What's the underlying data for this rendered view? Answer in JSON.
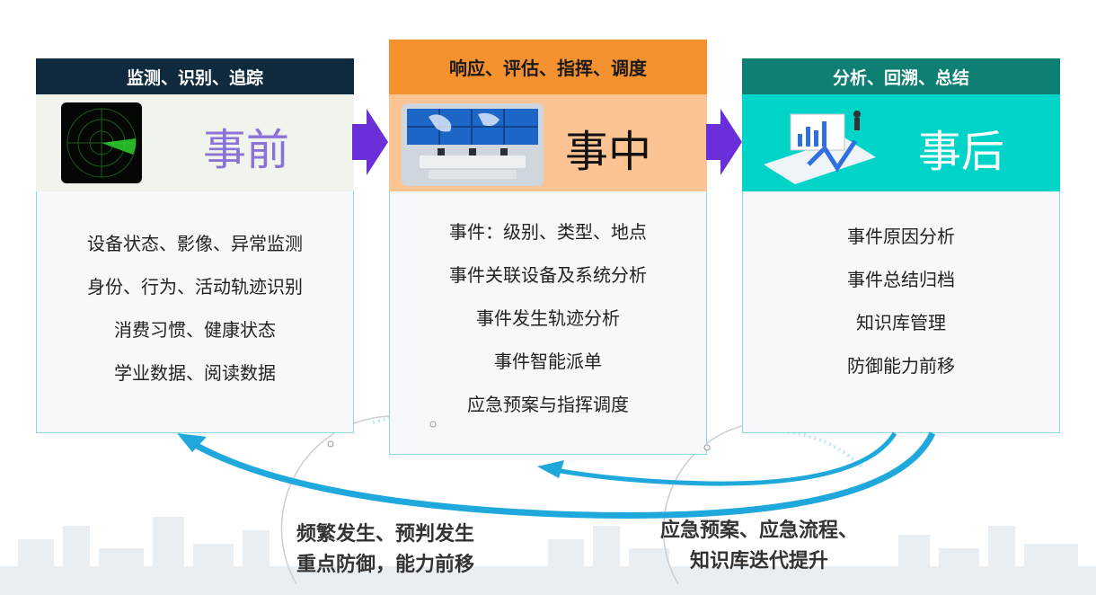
{
  "phases": [
    {
      "header": "监测、识别、追踪",
      "title": "事前",
      "items": [
        "设备状态、影像、异常监测",
        "身份、行为、活动轨迹识别",
        "消费习惯、健康状态",
        "学业数据、阅读数据"
      ]
    },
    {
      "header": "响应、评估、指挥、调度",
      "title": "事中",
      "items": [
        "事件：级别、类型、地点",
        "事件关联设备及系统分析",
        "事件发生轨迹分析",
        "事件智能派单",
        "应急预案与指挥调度"
      ]
    },
    {
      "header": "分析、回溯、总结",
      "title": "事后",
      "items": [
        "事件原因分析",
        "事件总结归档",
        "知识库管理",
        "防御能力前移"
      ]
    }
  ],
  "notes": {
    "left": [
      "频繁发生、预判发生",
      "重点防御，能力前移"
    ],
    "right": [
      "应急预案、应急流程、",
      "知识库迭代提升"
    ]
  },
  "colors": {
    "header1": "#0f2a3c",
    "header2": "#f5912e",
    "header3": "#0e7f73",
    "hero2": "#fcc493",
    "hero3": "#00d4c8",
    "title1": "#8b72d8",
    "arrow": "#6a2fd8",
    "cycle": "#1ea8dc"
  }
}
